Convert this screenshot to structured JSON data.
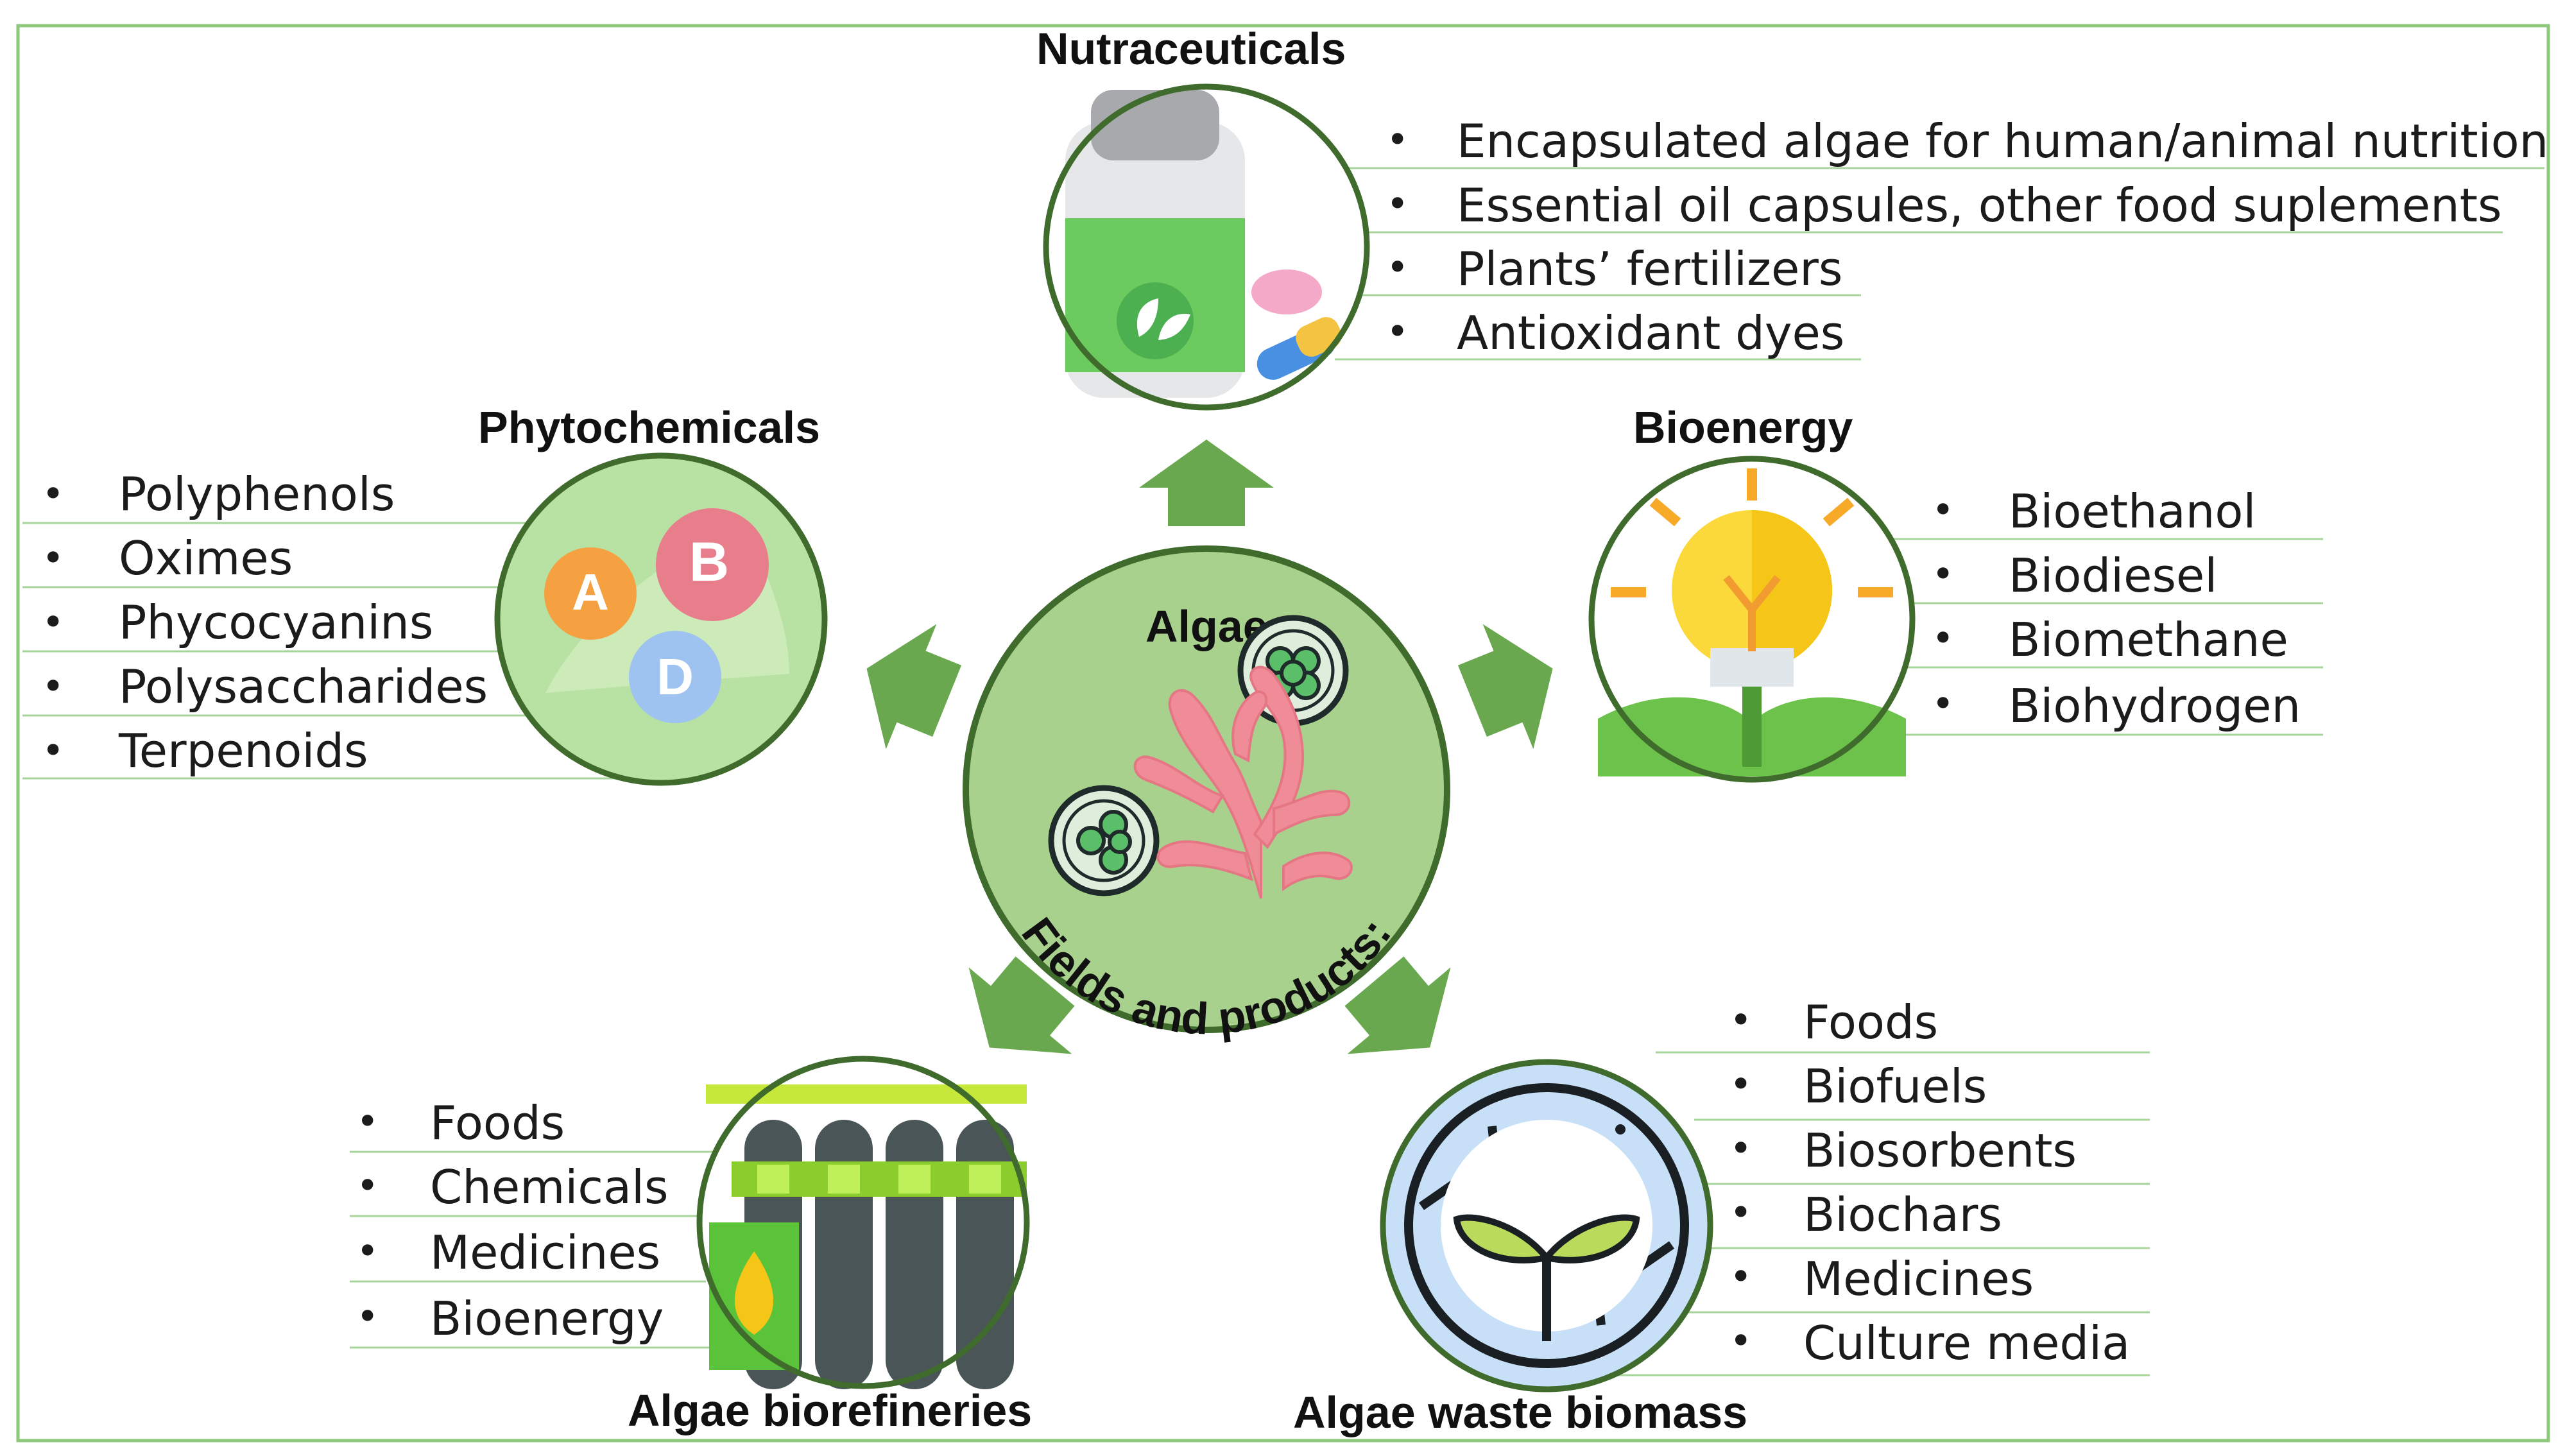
{
  "center": {
    "title": "Algae",
    "curved_caption": "Fields and products:"
  },
  "categories": [
    {
      "id": "nutraceuticals",
      "title": "Nutraceuticals",
      "icon": "supplement-bottle-icon",
      "items": [
        "Encapsulated algae for human/animal nutrition",
        "Essential oil capsules, other food suplements",
        "Plants’ fertilizers",
        "Antioxidant dyes"
      ]
    },
    {
      "id": "phytochemicals",
      "title": "Phytochemicals",
      "icon": "vitamins-icon",
      "vitamin_letters": [
        "A",
        "B",
        "D"
      ],
      "items": [
        "Polyphenols",
        "Oximes",
        "Phycocyanins",
        "Polysaccharides",
        "Terpenoids"
      ]
    },
    {
      "id": "bioenergy",
      "title": "Bioenergy",
      "icon": "lightbulb-plant-icon",
      "items": [
        "Bioethanol",
        "Biodiesel",
        "Biomethane",
        "Biohydrogen"
      ]
    },
    {
      "id": "biorefineries",
      "title": "Algae biorefineries",
      "icon": "biorefinery-tanks-icon",
      "items": [
        "Foods",
        "Chemicals",
        "Medicines",
        "Bioenergy"
      ]
    },
    {
      "id": "waste-biomass",
      "title": "Algae waste biomass",
      "icon": "recycle-sprout-icon",
      "items": [
        "Foods",
        "Biofuels",
        "Biosorbents",
        "Biochars",
        "Medicines",
        "Culture media"
      ]
    }
  ],
  "colors": {
    "frame": "#8cc97a",
    "center_fill": "#a9d18e",
    "arrow": "#6aa84f",
    "ring": "#3f6b2c",
    "underline": "#a8d49c"
  }
}
